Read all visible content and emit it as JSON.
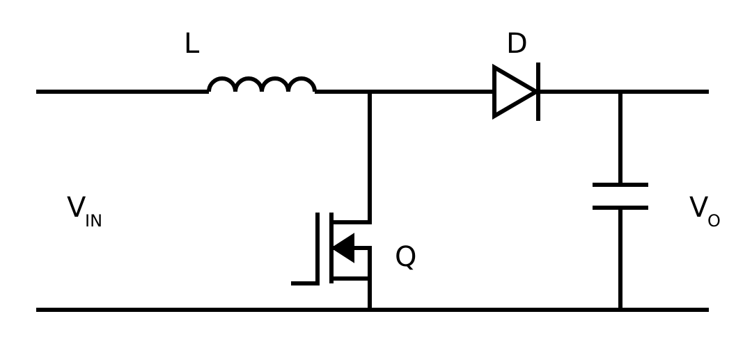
{
  "labels": {
    "inductor": "L",
    "diode": "D",
    "transistor": "Q",
    "input": {
      "main": "V",
      "sub": "IN"
    },
    "output": {
      "main": "V",
      "sub": "O"
    }
  },
  "colors": {
    "stroke": "#000000",
    "background": "#ffffff"
  }
}
